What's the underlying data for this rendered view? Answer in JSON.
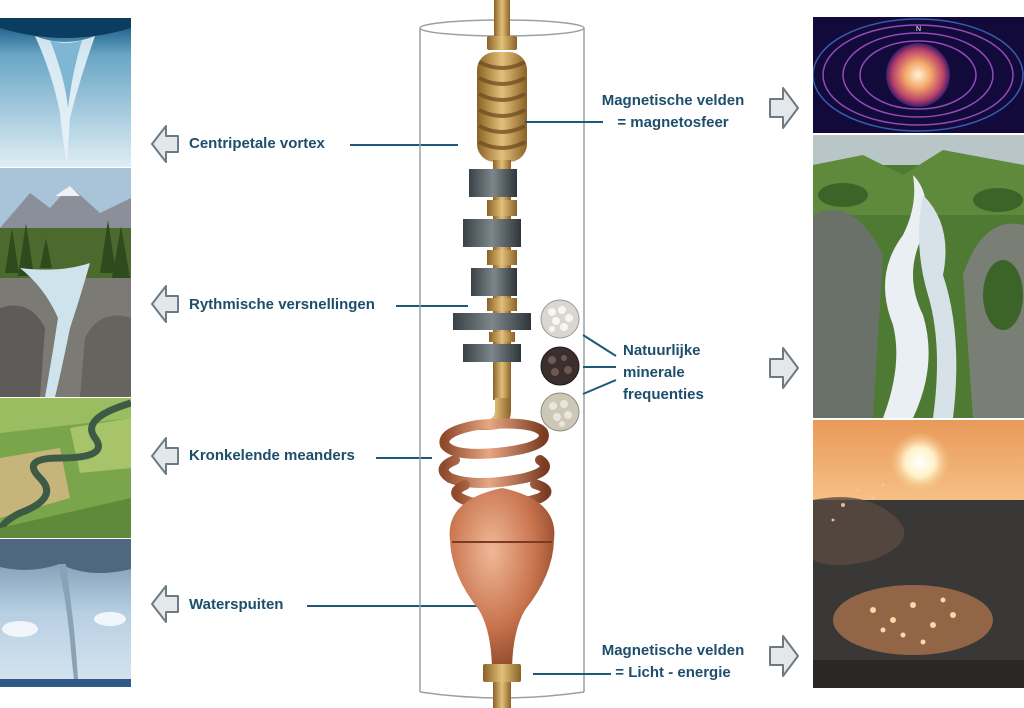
{
  "labels_left": [
    {
      "text": "Centripetale vortex"
    },
    {
      "text": "Rythmische versnellingen"
    },
    {
      "text": "Kronkelende meanders"
    },
    {
      "text": "Waterspuiten"
    }
  ],
  "labels_right": {
    "top": [
      "Magnetische velden",
      "= magnetosfeer"
    ],
    "middle": [
      "Natuurlijke",
      "minerale",
      "frequenties"
    ],
    "bottom": [
      "Magnetische velden",
      "= Licht - energie"
    ]
  },
  "icons": {
    "arrow_left": "arrow-left-outline-icon",
    "arrow_right": "arrow-right-outline-icon"
  },
  "colors": {
    "label_text": "#1d4e6b",
    "leader_line": "#1d5a7a",
    "copper": "#c8744d",
    "brass": "#c99a4e",
    "magnet": "#4a5358",
    "arrow_fill": "#e5e8ea",
    "arrow_stroke": "#6c7a83"
  },
  "photos": {
    "left": [
      "water-vortex-photo",
      "mountain-river-photo",
      "meandering-river-photo",
      "waterspout-photo"
    ],
    "right": [
      "magnetosphere-photo",
      "waterfall-photo",
      "sunset-sea-photo"
    ],
    "minerals": [
      "white-mineral-stones",
      "dark-mineral-stones",
      "light-mineral-stones"
    ]
  }
}
